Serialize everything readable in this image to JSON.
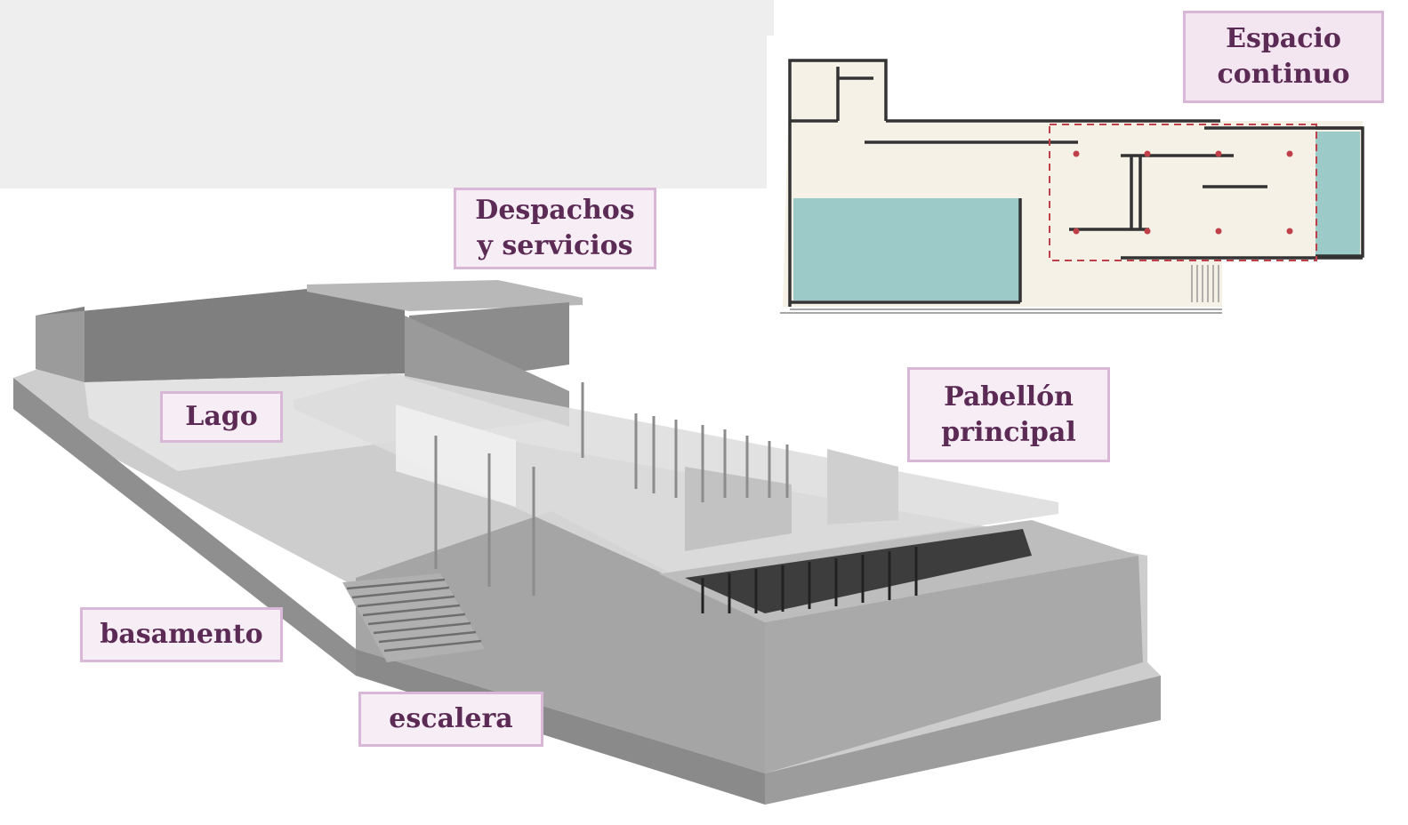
{
  "labels": {
    "espacio_continuo": [
      "Espacio",
      "continuo"
    ],
    "despachos": [
      "Despachos",
      "y servicios"
    ],
    "lago": "Lago",
    "pabellon": [
      "Pabellón",
      "principal"
    ],
    "basamento": "basamento",
    "escalera": "escalera"
  },
  "colors": {
    "label_text": "#5b2a55",
    "label_bg": "#f7eef5",
    "label_border": "#d8b8d6",
    "plan_floor": "#f6f1e6",
    "plan_water": "#9ccac8",
    "plan_dashed_zone": "#c0404a",
    "model_gray": "#9a9a9a"
  }
}
